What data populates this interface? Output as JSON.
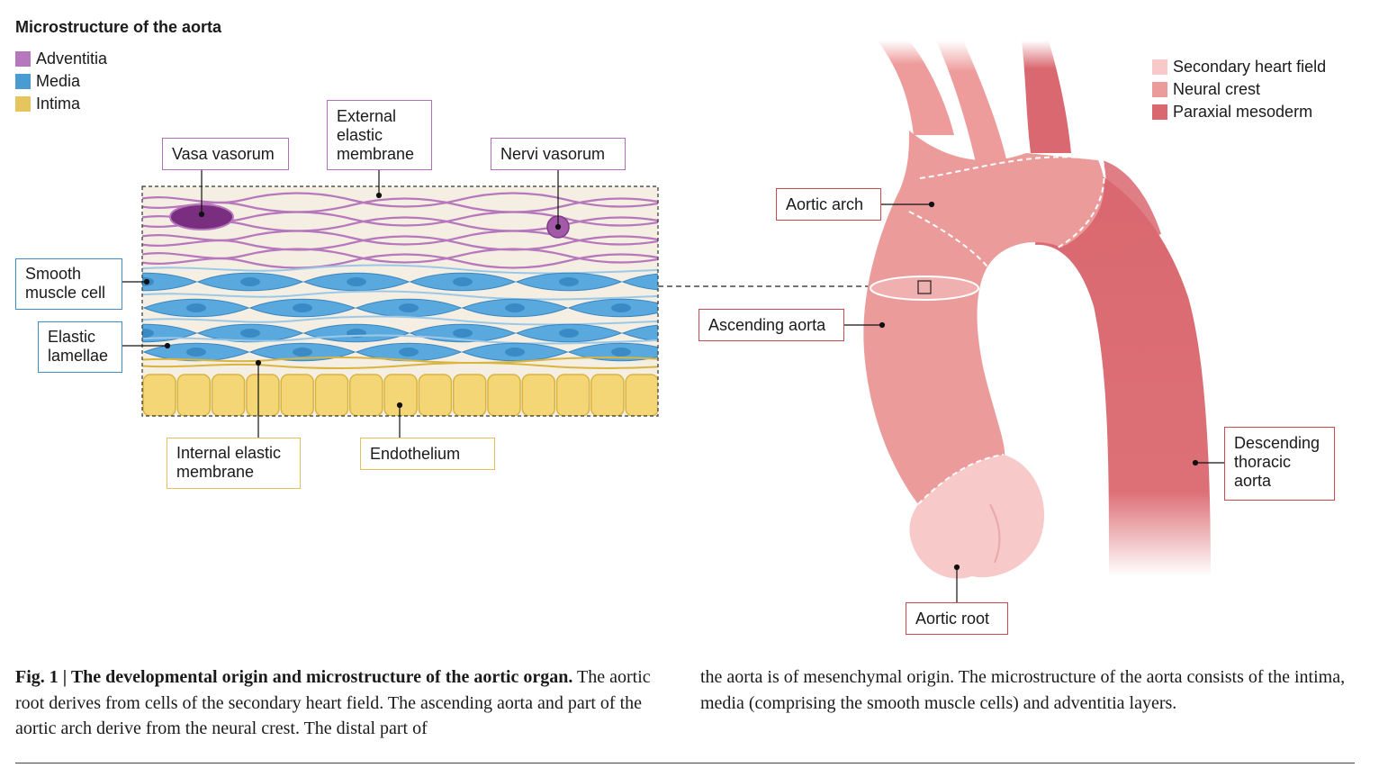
{
  "left_panel": {
    "title": "Microstructure of the aorta",
    "legend": [
      {
        "label": "Adventitia",
        "color": "#b677bd"
      },
      {
        "label": "Media",
        "color": "#4b9bd3"
      },
      {
        "label": "Intima",
        "color": "#e6c45e"
      }
    ],
    "labels": {
      "vasa_vasorum": "Vasa vasorum",
      "external_elastic_membrane": "External\nelastic\nmembrane",
      "nervi_vasorum": "Nervi vasorum",
      "smooth_muscle_cell": "Smooth\nmuscle cell",
      "elastic_lamellae": "Elastic\nlamellae",
      "internal_elastic_membrane": "Internal elastic\nmembrane",
      "endothelium": "Endothelium"
    }
  },
  "right_panel": {
    "legend": [
      {
        "label": "Secondary heart field",
        "color": "#f7c9c9"
      },
      {
        "label": "Neural crest",
        "color": "#ec9b9b"
      },
      {
        "label": "Paraxial mesoderm",
        "color": "#d96870"
      }
    ],
    "labels": {
      "aortic_arch": "Aortic arch",
      "ascending_aorta": "Ascending aorta",
      "descending_thoracic_aorta": "Descending\nthoracic\naorta",
      "aortic_root": "Aortic root"
    }
  },
  "caption": {
    "heading": "Fig. 1 | The developmental origin and microstructure of the aortic organ.",
    "col1_text": "The aortic root derives from cells of the secondary heart field. The ascending aorta and part of the aortic arch derive from the neural crest. The distal part of",
    "col2_text": "the aorta is of mesenchymal origin. The microstructure of the aorta consists of the intima, media (comprising the smooth muscle cells) and adventitia layers."
  }
}
